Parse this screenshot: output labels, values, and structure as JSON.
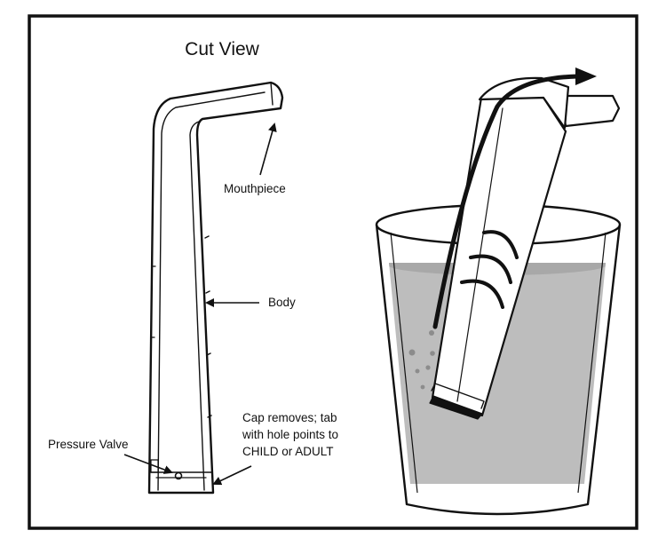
{
  "diagram": {
    "title": "Cut View",
    "labels": {
      "mouthpiece": "Mouthpiece",
      "body": "Body",
      "pressure_valve": "Pressure Valve",
      "cap_line1": "Cap removes; tab",
      "cap_line2": "with hole points to",
      "cap_line3": "CHILD or ADULT"
    },
    "colors": {
      "ink": "#111111",
      "water": "#bdbdbd",
      "bubble": "#8c8c8c",
      "background": "#ffffff"
    }
  }
}
